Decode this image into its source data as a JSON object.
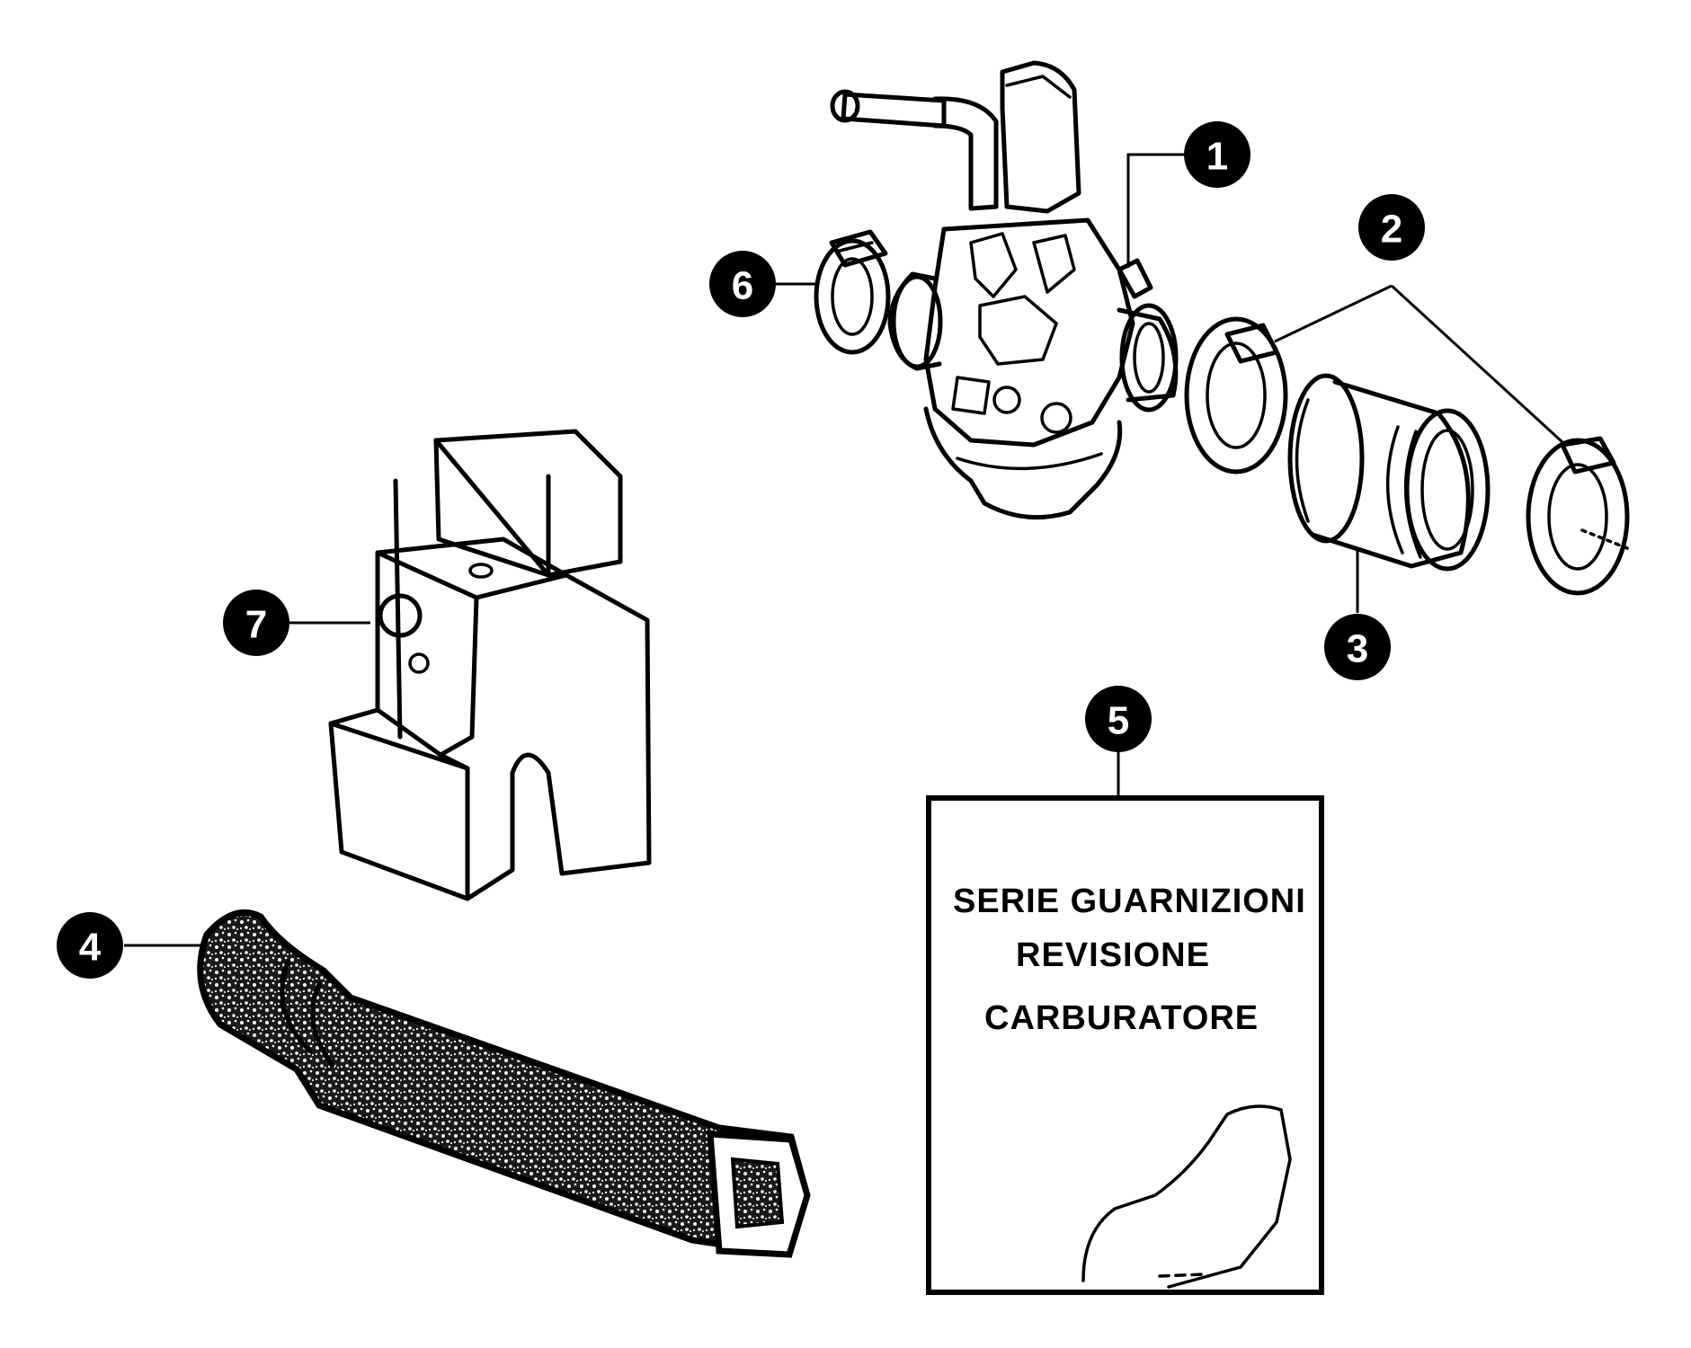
{
  "callouts": [
    {
      "id": "1",
      "label": "1"
    },
    {
      "id": "2",
      "label": "2"
    },
    {
      "id": "3",
      "label": "3"
    },
    {
      "id": "4",
      "label": "4"
    },
    {
      "id": "5",
      "label": "5"
    },
    {
      "id": "6",
      "label": "6"
    },
    {
      "id": "7",
      "label": "7"
    }
  ],
  "gasket_package": {
    "line1": "SERIE GUARNIZIONI",
    "line2": "REVISIONE",
    "line3": "CARBURATORE"
  },
  "colors": {
    "ink": "#000000",
    "paper": "#ffffff"
  }
}
